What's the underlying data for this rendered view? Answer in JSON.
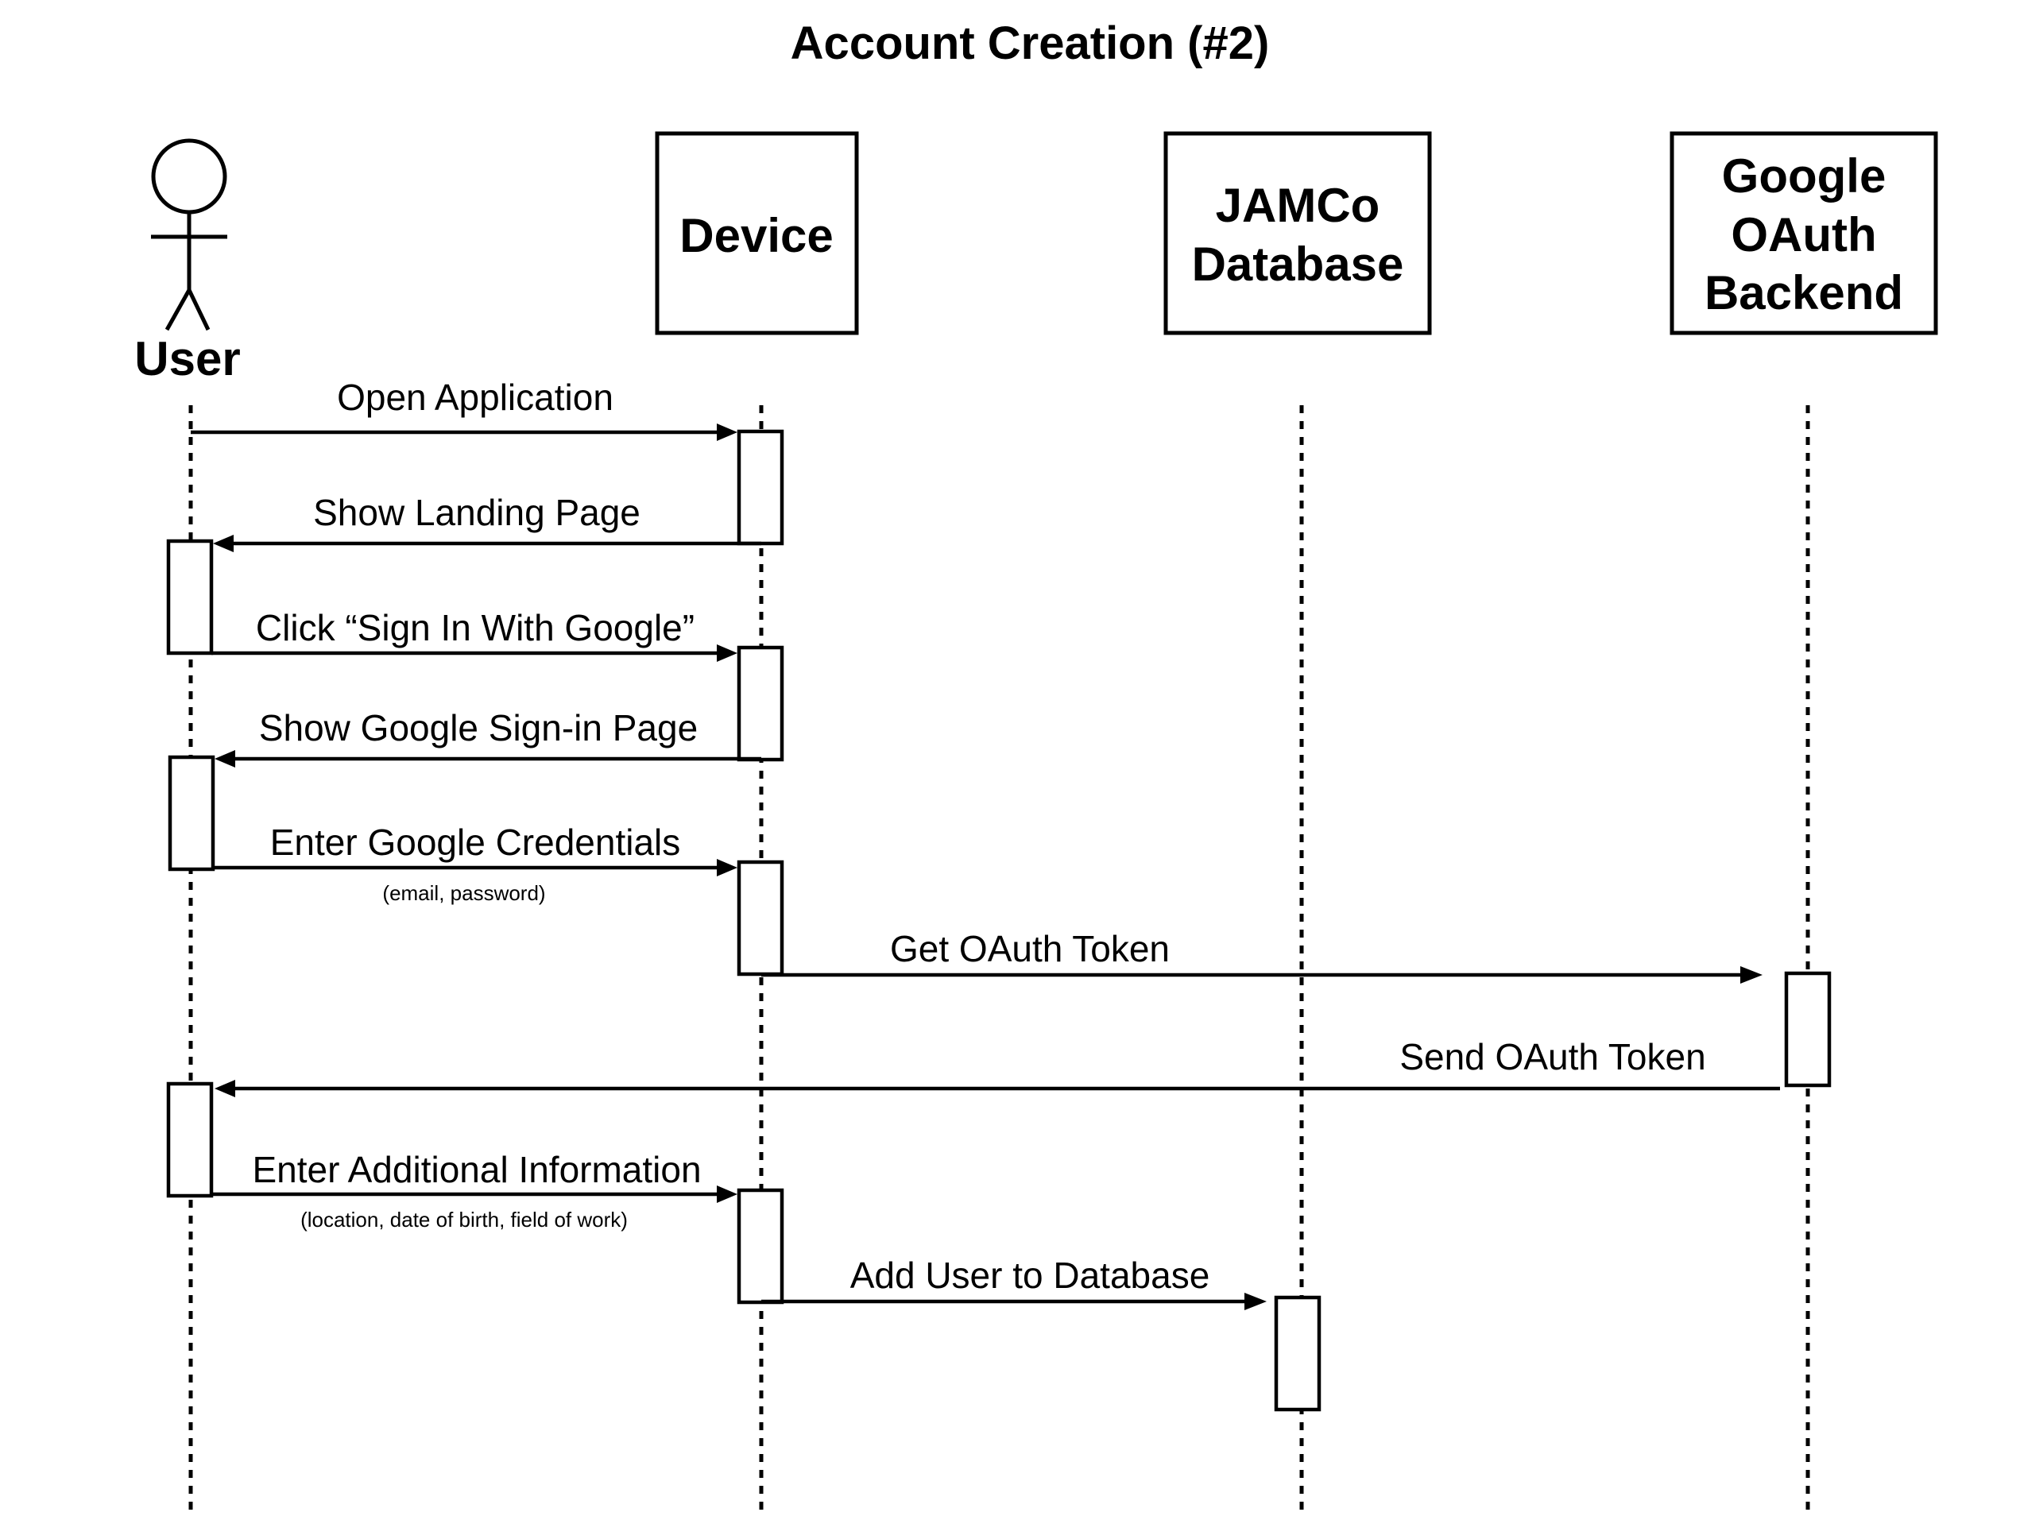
{
  "diagram": {
    "title": "Account Creation (#2)",
    "actor": {
      "label": "User"
    },
    "participants": [
      {
        "id": "device",
        "lines": [
          "Device"
        ]
      },
      {
        "id": "db",
        "lines": [
          "JAMCo",
          "Database"
        ]
      },
      {
        "id": "oauth",
        "lines": [
          "Google",
          "OAuth",
          "Backend"
        ]
      }
    ],
    "messages": [
      {
        "id": "m1",
        "from": "user",
        "to": "device",
        "label": "Open Application",
        "note": ""
      },
      {
        "id": "m2",
        "from": "device",
        "to": "user",
        "label": "Show Landing Page",
        "note": ""
      },
      {
        "id": "m3",
        "from": "user",
        "to": "device",
        "label": "Click “Sign In With Google”",
        "note": ""
      },
      {
        "id": "m4",
        "from": "device",
        "to": "user",
        "label": "Show Google Sign-in Page",
        "note": ""
      },
      {
        "id": "m5",
        "from": "user",
        "to": "device",
        "label": "Enter Google Credentials",
        "note": "(email, password)"
      },
      {
        "id": "m6",
        "from": "device",
        "to": "oauth",
        "label": "Get OAuth Token",
        "note": ""
      },
      {
        "id": "m7",
        "from": "oauth",
        "to": "user",
        "label": "Send OAuth Token",
        "note": ""
      },
      {
        "id": "m8",
        "from": "user",
        "to": "device",
        "label": "Enter Additional Information",
        "note": "(location, date of birth, field of work)"
      },
      {
        "id": "m9",
        "from": "device",
        "to": "db",
        "label": "Add User to Database",
        "note": ""
      }
    ]
  }
}
